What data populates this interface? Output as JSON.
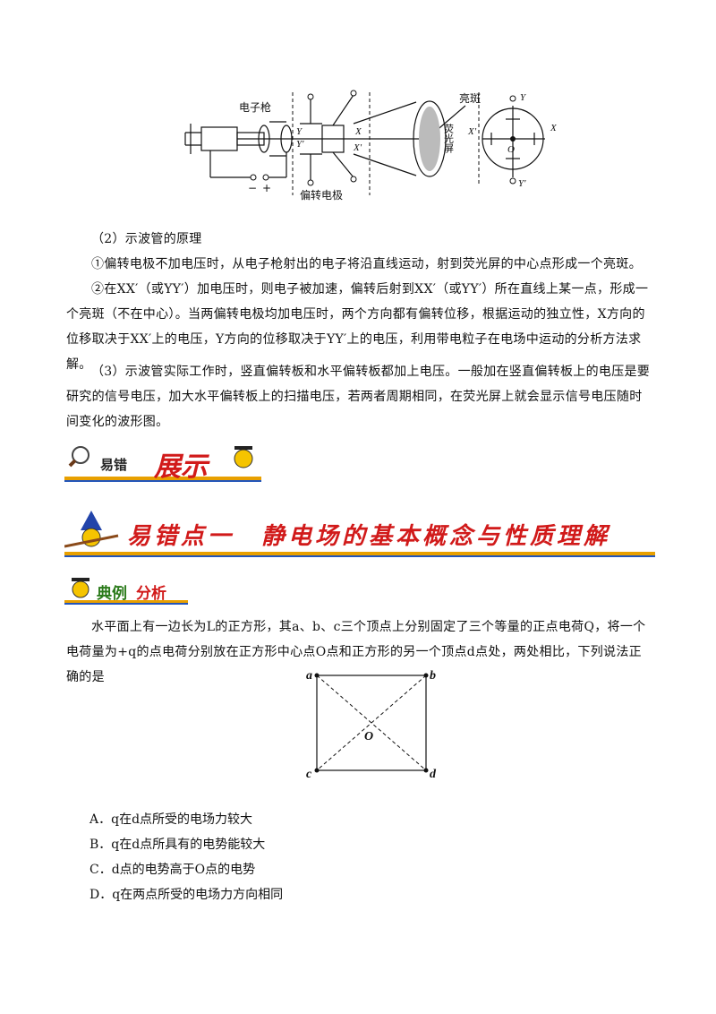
{
  "diagram": {
    "label_gun": "电子枪",
    "label_plates": "偏转电极",
    "label_spot": "亮斑",
    "label_screen": "荧光屏",
    "minus": "−",
    "plus": "+",
    "Y": "Y",
    "Yp": "Y′",
    "X": "X",
    "Xp": "X′",
    "O": "O"
  },
  "section2": {
    "title": "（2）示波管的原理",
    "p1": "①偏转电极不加电压时，从电子枪射出的电子将沿直线运动，射到荧光屏的中心点形成一个亮斑。",
    "p2": "②在XX′（或YY′）加电压时，则电子被加速，偏转后射到XX′（或YY′）所在直线上某一点，形成一个亮斑（不在中心）。当两偏转电极均加电压时，两个方向都有偏转位移，根据运动的独立性，X方向的位移取决于XX′上的电压，Y方向的位移取决于YY′上的电压，利用带电粒子在电场中运动的分析方法求解。",
    "p3": "（3）示波管实际工作时，竖直偏转板和水平偏转板都加上电压。一般加在竖直偏转板上的电压是要研究的信号电压，加大水平偏转板上的扫描电压，若两者周期相同，在荧光屏上就会显示信号电压随时间变化的波形图。"
  },
  "banner1": {
    "small": "易错",
    "big": "展示"
  },
  "banner2": {
    "text": "易错点一　静电场的基本概念与性质理解"
  },
  "banner3": {
    "a": "典例",
    "b": "分析"
  },
  "question": {
    "stem": "水平面上有一边长为L的正方形，其a、b、c三个顶点上分别固定了三个等量的正点电荷Q，将一个电荷量为+q的点电荷分别放在正方形中心点O点和正方形的另一个顶点d点处，两处相比，下列说法正确的是",
    "corner_a": "a",
    "corner_b": "b",
    "corner_c": "c",
    "corner_d": "d",
    "center": "O",
    "options": [
      "A．q在d点所受的电场力较大",
      "B．q在d点所具有的电势能较大",
      "C．d点的电势高于O点的电势",
      "D．q在两点所受的电场力方向相同"
    ]
  }
}
